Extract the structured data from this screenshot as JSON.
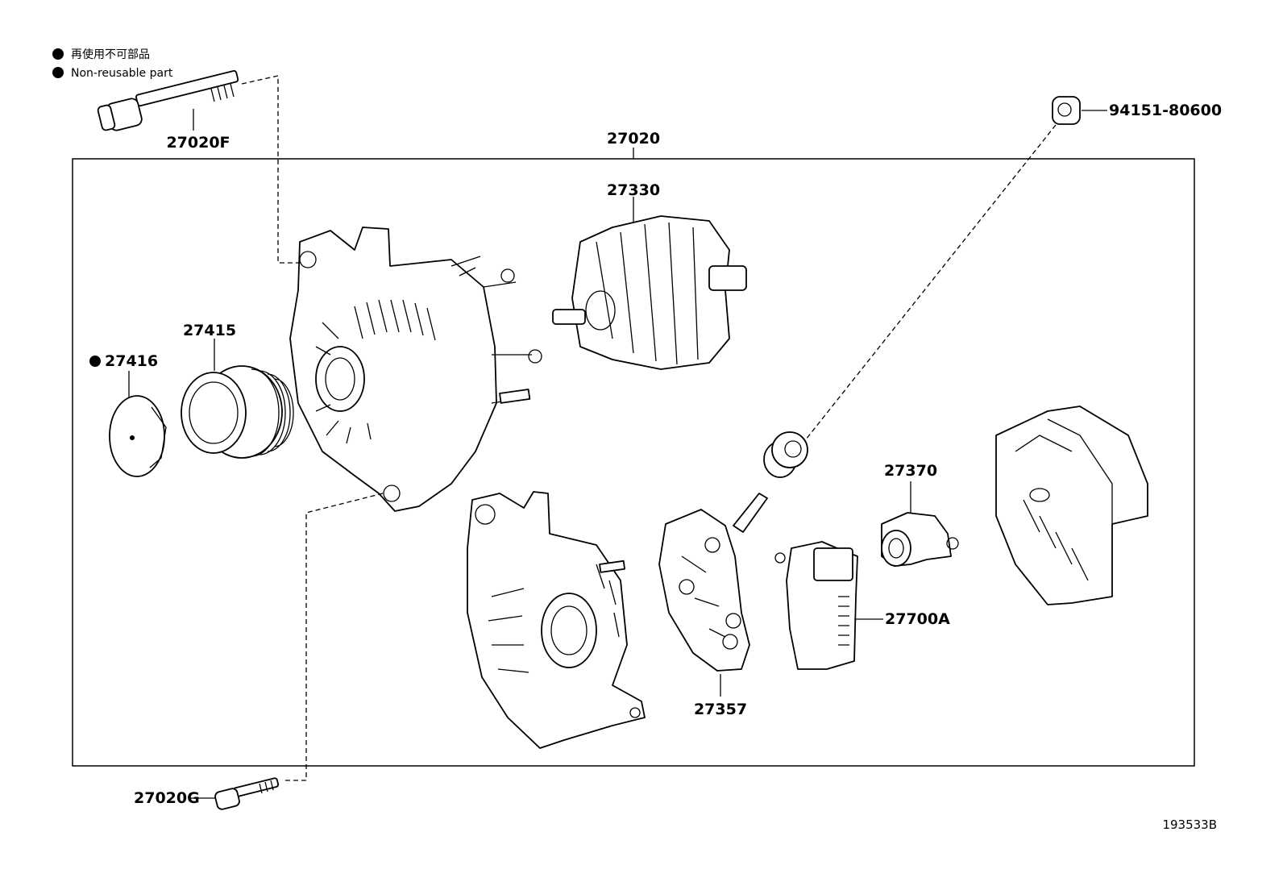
{
  "legend": {
    "marker_color": "#000000",
    "line_jp": "再使用不可部品",
    "line_en": "Non-reusable part"
  },
  "assembly_label": "27020",
  "parts": {
    "bolt_top": "27020F",
    "bolt_bottom": "27020G",
    "cap": "27416",
    "pulley": "27415",
    "rotor": "27330",
    "nut": "94151-80600",
    "brush_holder": "27370",
    "regulator": "27700A",
    "rectifier": "27357"
  },
  "figure_number": "193533B"
}
